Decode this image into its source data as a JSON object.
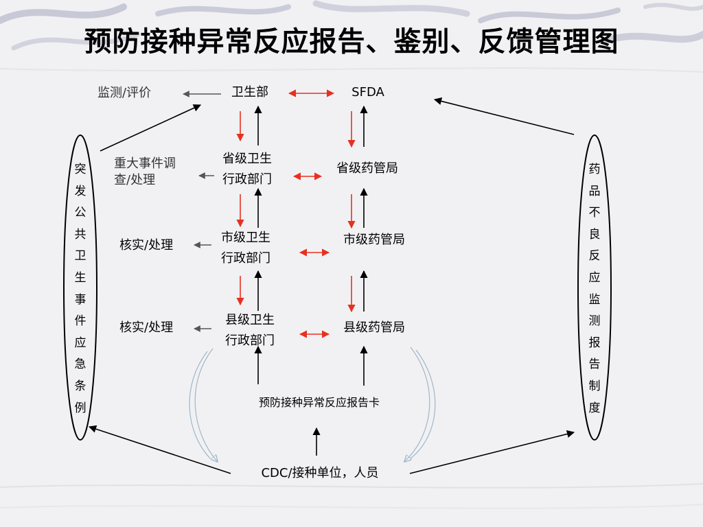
{
  "title": "预防接种异常反应报告、鉴别、反馈管理图",
  "nodes": {
    "ministry": "卫生部",
    "sfda": "SFDA",
    "monitor_eval": "监测/评价",
    "prov_health": "省级卫生\n行政部门",
    "prov_drug": "省级药管局",
    "major_event": "重大事件调\n查/处理",
    "city_health": "市级卫生\n行政部门",
    "city_drug": "市级药管局",
    "verify_city": "核实/处理",
    "county_health": "县级卫生\n行政部门",
    "county_drug": "县级药管局",
    "verify_county": "核实/处理",
    "report_card": "预防接种异常反应报告卡",
    "cdc": "CDC/接种单位，人员"
  },
  "left_oval": [
    "突",
    "发",
    "公",
    "共",
    "卫",
    "生",
    "事",
    "件",
    "应",
    "急",
    "条",
    "例"
  ],
  "right_oval": [
    "药",
    "品",
    "不",
    "良",
    "反",
    "应",
    "监",
    "测",
    "报",
    "告",
    "制",
    "度"
  ],
  "colors": {
    "red_arrow": "#e8301e",
    "black_arrow": "#000000",
    "gray_arrow": "#555555",
    "oval": "#000000",
    "swoosh": "#9fb6c7"
  }
}
